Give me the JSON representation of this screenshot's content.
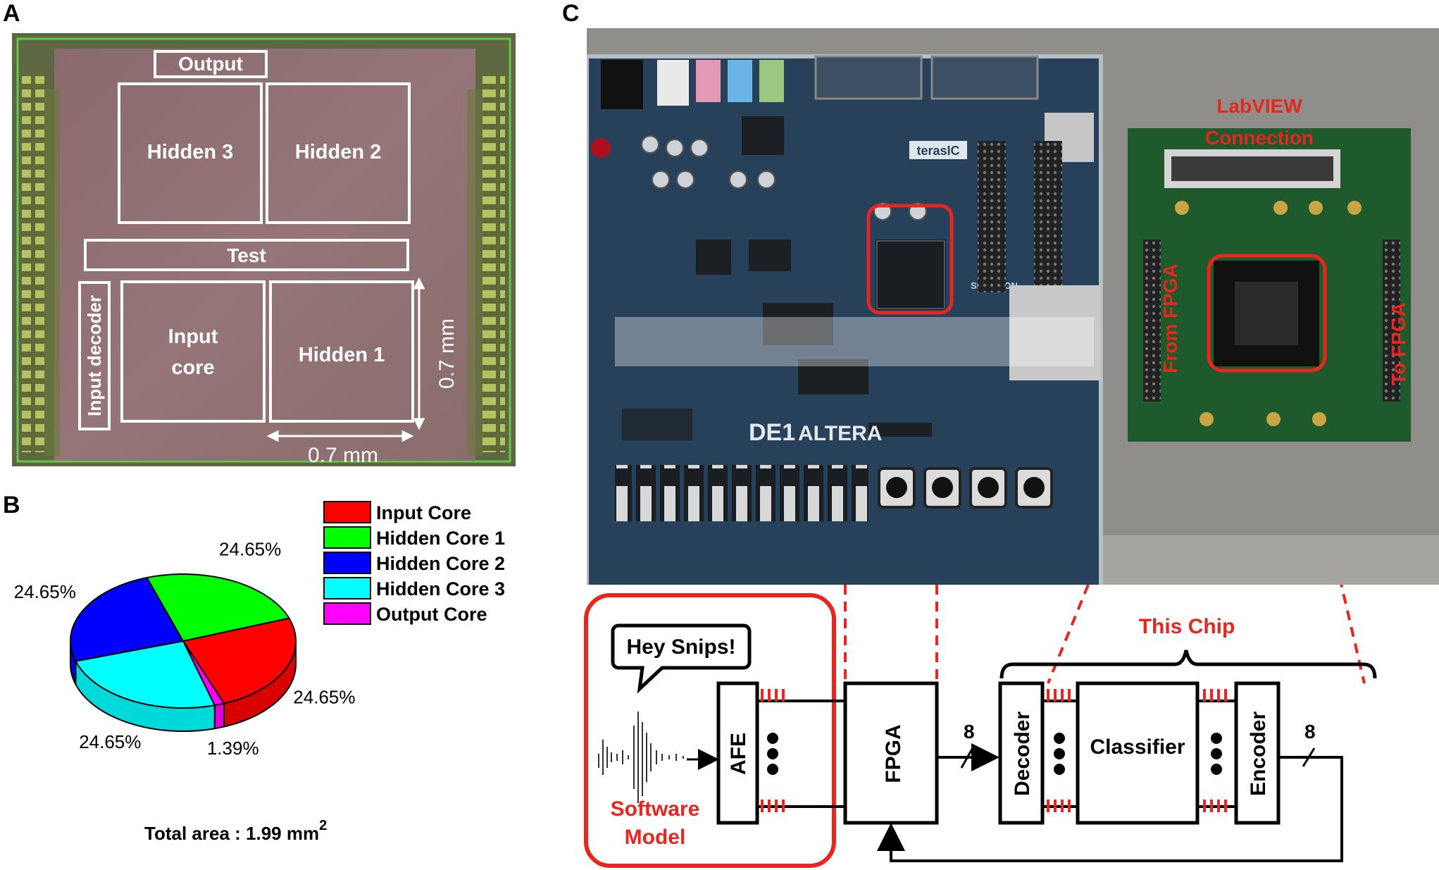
{
  "panels": {
    "a": "A",
    "b": "B",
    "c": "C"
  },
  "chip": {
    "output": "Output",
    "hidden3": "Hidden 3",
    "hidden2": "Hidden 2",
    "test": "Test",
    "input_decoder": "Input decoder",
    "input_core_line1": "Input",
    "input_core_line2": "core",
    "hidden1": "Hidden 1",
    "dim_vertical": "0.7 mm",
    "dim_horizontal": "0.7 mm"
  },
  "board": {
    "labview_line1": "LabVIEW",
    "labview_line2": "Connection",
    "from_fpga": "From FPGA",
    "to_fpga": "To FPGA",
    "brand": "terasIC",
    "de1": "DE1",
    "altera": "ALTERA",
    "spansion": "SPANSION"
  },
  "chart_data": {
    "type": "pie",
    "categories": [
      "Input Core",
      "Hidden Core 1",
      "Hidden Core 2",
      "Hidden Core 3",
      "Output Core"
    ],
    "values": [
      24.65,
      24.65,
      24.65,
      24.65,
      1.39
    ],
    "labels": [
      "24.65%",
      "24.65%",
      "24.65%",
      "24.65%",
      "1.39%"
    ],
    "colors": [
      "#ff0000",
      "#00ff00",
      "#0000ff",
      "#00ffff",
      "#ff00ff"
    ],
    "legend": [
      "Input Core",
      "Hidden Core 1",
      "Hidden Core 2",
      "Hidden Core 3",
      "Output Core"
    ],
    "legend_position": "top-right",
    "style": "3d-tilted",
    "footer_prefix": "Total area : ",
    "footer_value": "1.99 mm",
    "footer_sup": "2"
  },
  "diagram": {
    "speech": "Hey Snips!",
    "software_line1": "Software",
    "software_line2": "Model",
    "afe": "AFE",
    "fpga": "FPGA",
    "decoder": "Decoder",
    "classifier": "Classifier",
    "encoder": "Encoder",
    "bus_width_1": "8",
    "bus_width_2": "8",
    "this_chip": "This Chip",
    "colors": {
      "accent": "#e8251f",
      "line": "#000000"
    }
  }
}
